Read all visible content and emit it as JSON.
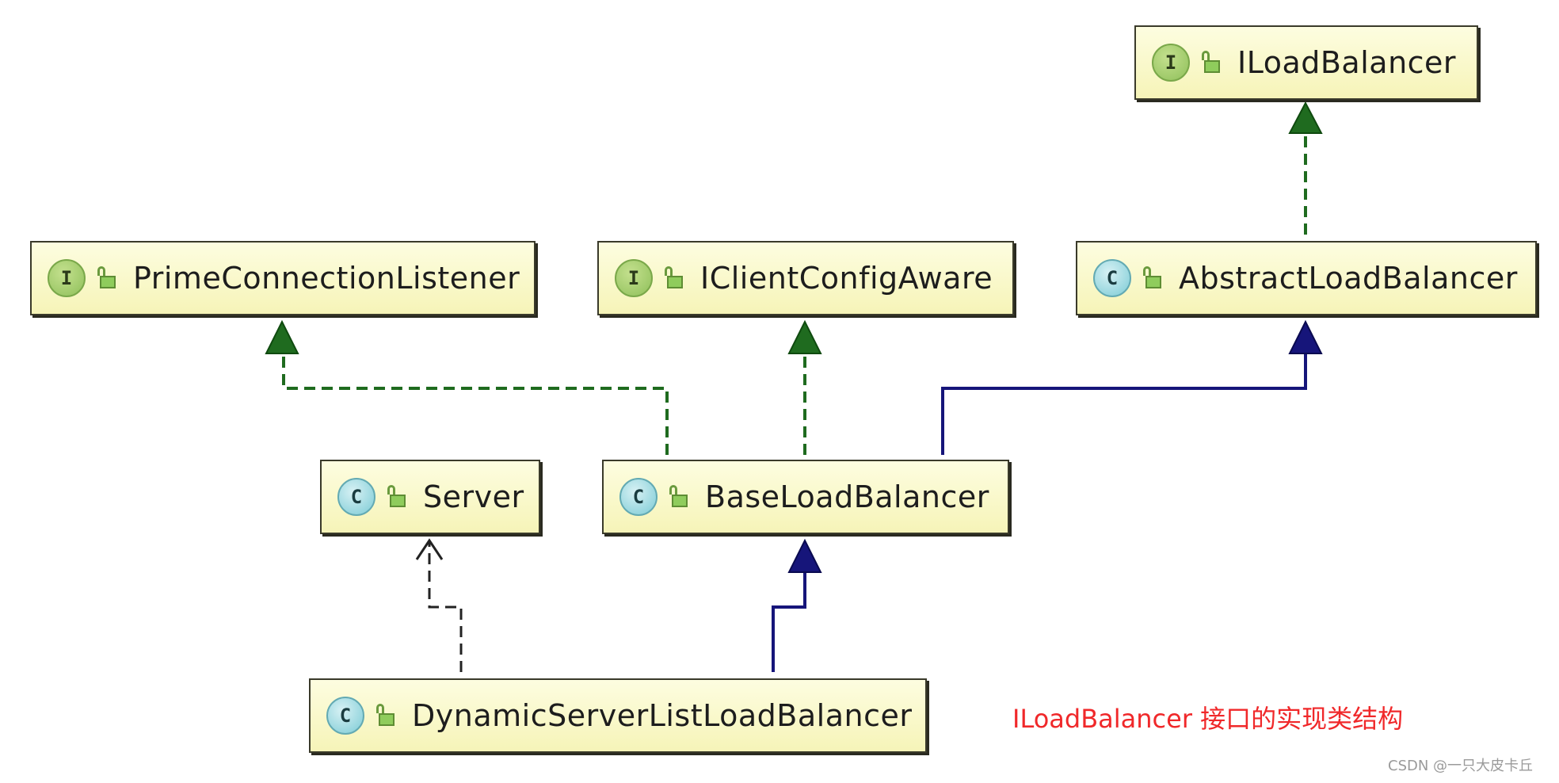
{
  "diagram": {
    "nodes": [
      {
        "id": "iloadbalancer",
        "label": "ILoadBalancer",
        "kind": "interface",
        "badge": "I"
      },
      {
        "id": "primeconnectionlistener",
        "label": "PrimeConnectionListener",
        "kind": "interface",
        "badge": "I"
      },
      {
        "id": "iclientconfigaware",
        "label": "IClientConfigAware",
        "kind": "interface",
        "badge": "I"
      },
      {
        "id": "abstractloadbalancer",
        "label": "AbstractLoadBalancer",
        "kind": "abstract-class",
        "badge": "C"
      },
      {
        "id": "server",
        "label": "Server",
        "kind": "class",
        "badge": "C"
      },
      {
        "id": "baseloadbalancer",
        "label": "BaseLoadBalancer",
        "kind": "class",
        "badge": "C"
      },
      {
        "id": "dynamicserverlistloadbalancer",
        "label": "DynamicServerListLoadBalancer",
        "kind": "class",
        "badge": "C"
      }
    ],
    "edges": [
      {
        "from": "abstractloadbalancer",
        "to": "iloadbalancer",
        "type": "implements",
        "style": "dashed",
        "color": "#1f6b1f"
      },
      {
        "from": "baseloadbalancer",
        "to": "primeconnectionlistener",
        "type": "implements",
        "style": "dashed",
        "color": "#1f6b1f"
      },
      {
        "from": "baseloadbalancer",
        "to": "iclientconfigaware",
        "type": "implements",
        "style": "dashed",
        "color": "#1f6b1f"
      },
      {
        "from": "baseloadbalancer",
        "to": "abstractloadbalancer",
        "type": "extends",
        "style": "solid",
        "color": "#16157a"
      },
      {
        "from": "dynamicserverlistloadbalancer",
        "to": "baseloadbalancer",
        "type": "extends",
        "style": "solid",
        "color": "#16157a"
      },
      {
        "from": "dynamicserverlistloadbalancer",
        "to": "server",
        "type": "dependency",
        "style": "dashed",
        "color": "#222222"
      }
    ]
  },
  "caption": "ILoadBalancer 接口的实现类结构",
  "watermark": "CSDN @一只大皮卡丘",
  "colors": {
    "node_fill": "#f8f7c6",
    "interface_badge": "#9cc96a",
    "class_badge": "#8fd2da",
    "implements_line": "#1f6b1f",
    "extends_line": "#16157a",
    "caption": "#f0282a"
  }
}
